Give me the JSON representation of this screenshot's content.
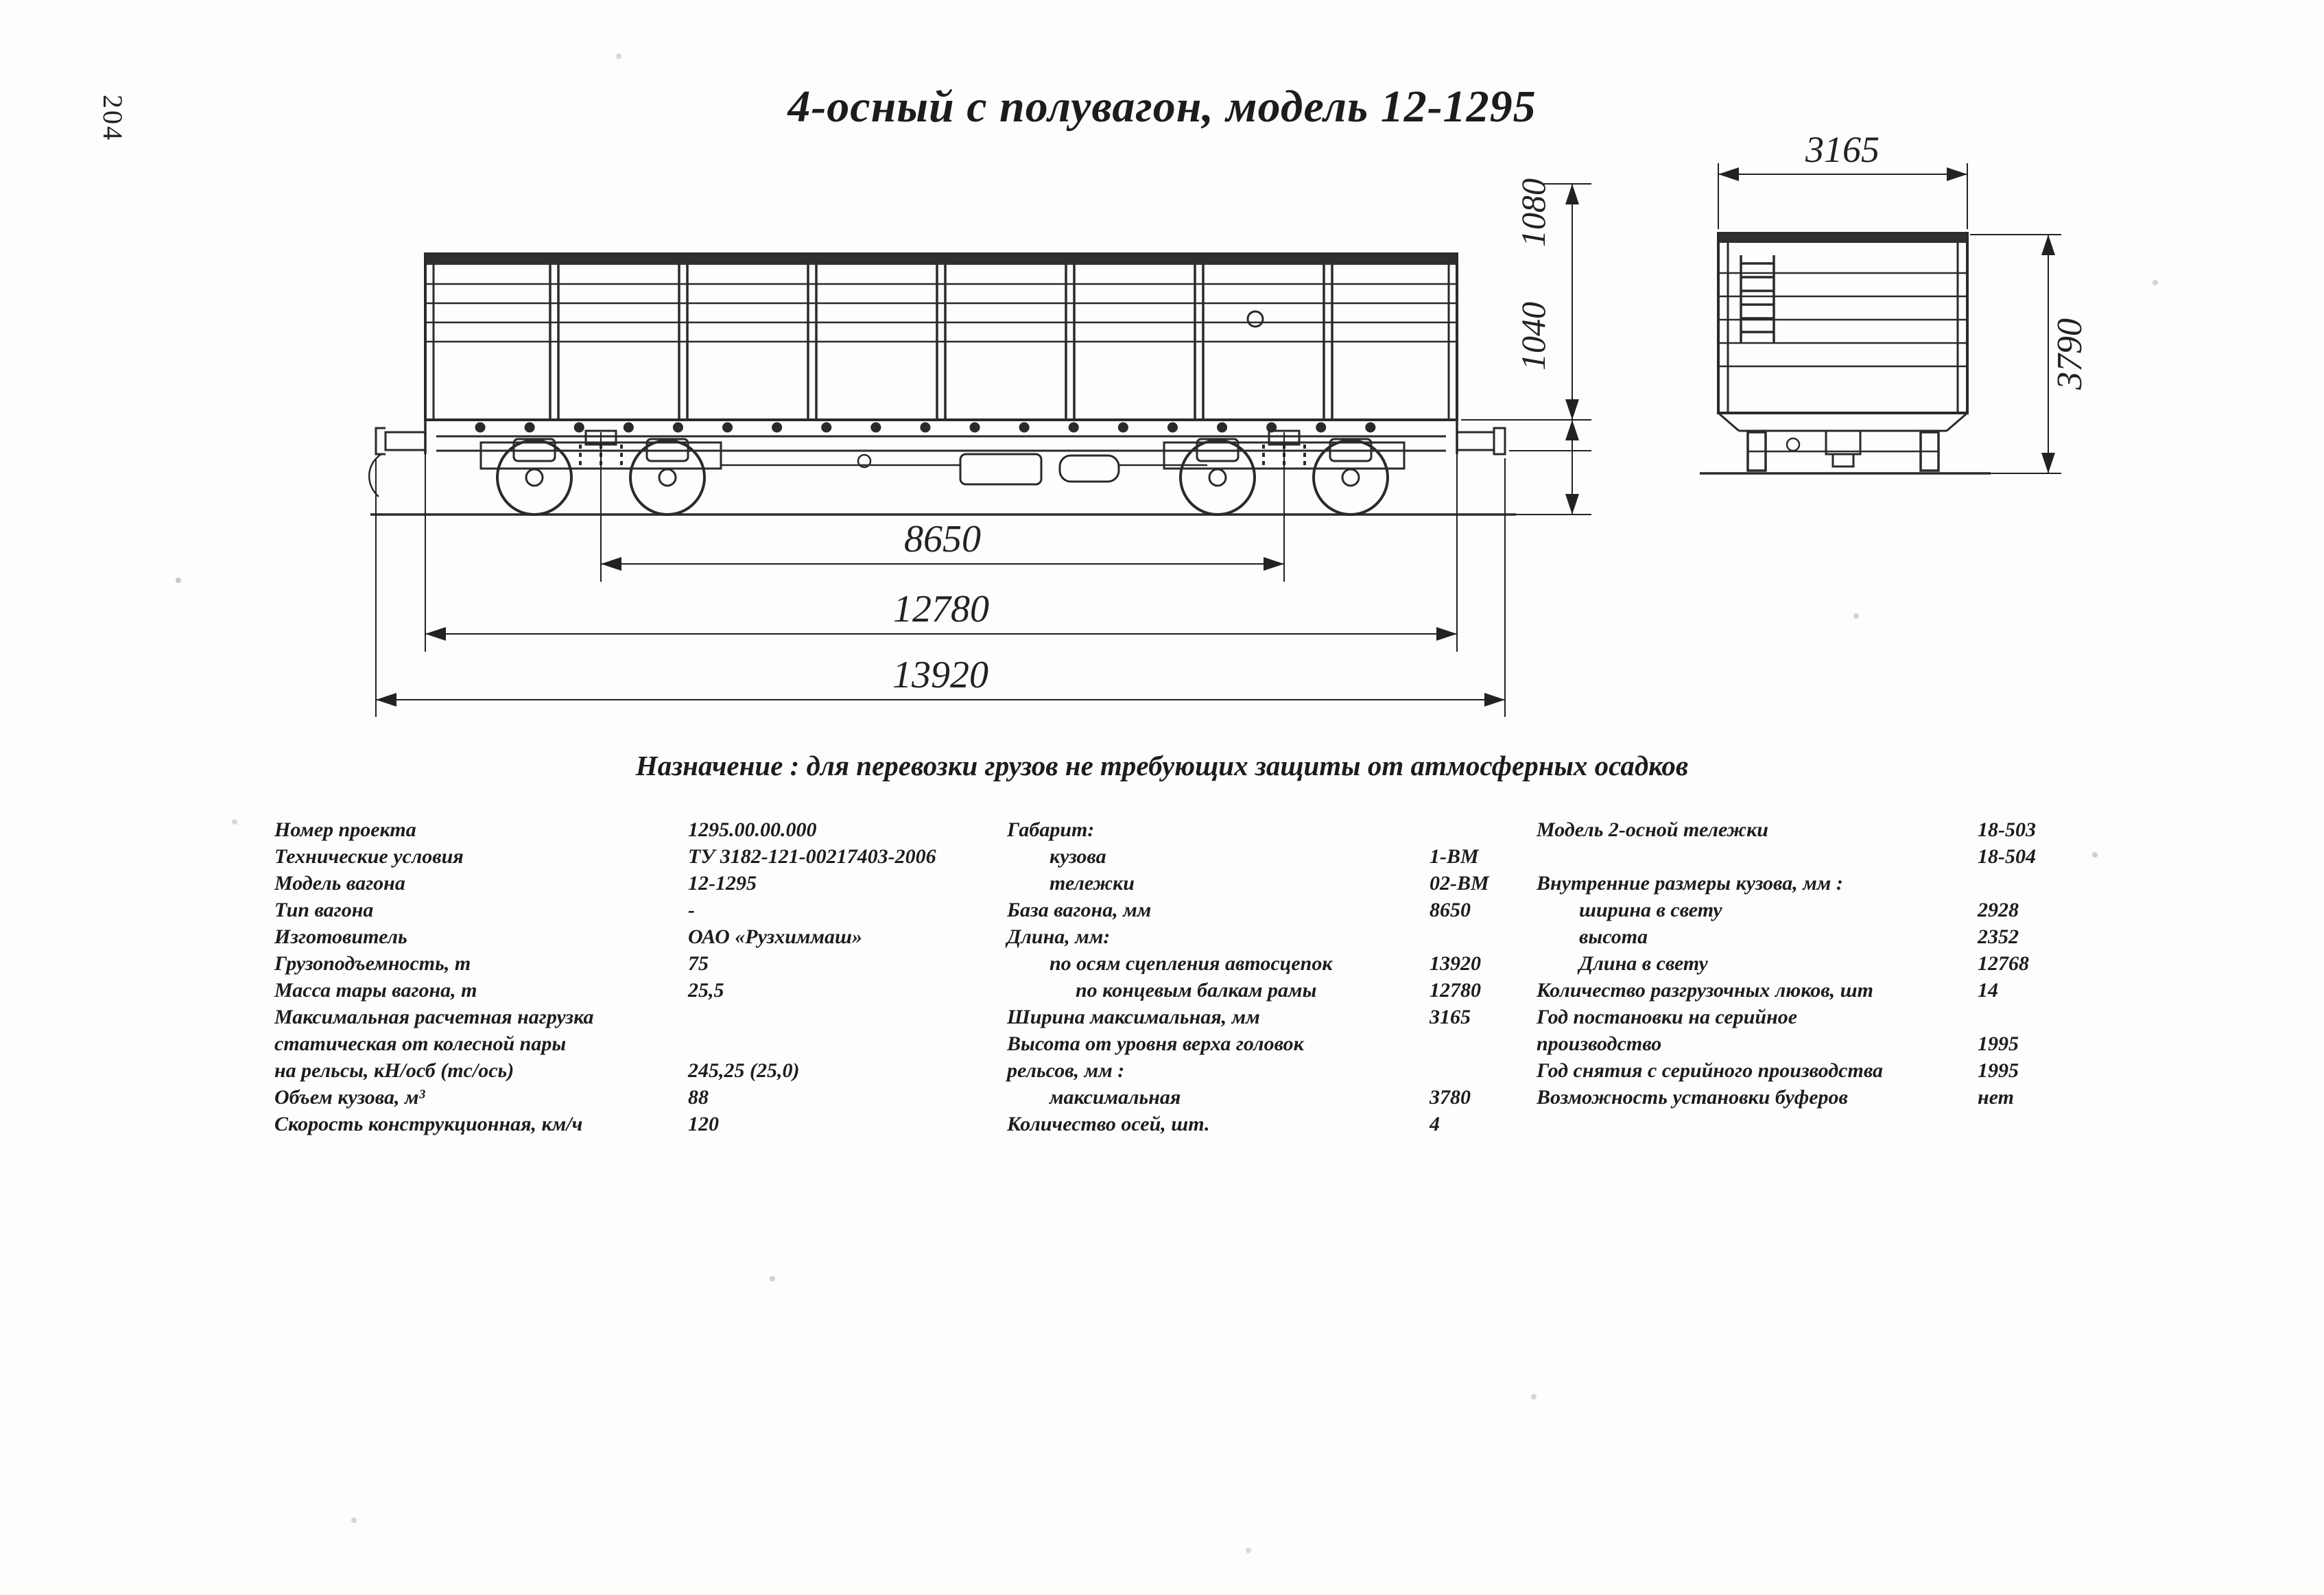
{
  "page": {
    "number": "204",
    "title": "4-осный с полувагон, модель 12-1295",
    "caption": "Назначение : для перевозки грузов не требующих защиты от атмосферных осадков",
    "ink_color": "#1c1c1c",
    "paper_color": "#fdfdfb"
  },
  "drawing": {
    "dimensions": {
      "bogie_base_mm": "8650",
      "frame_length_mm": "12780",
      "coupler_length_mm": "13920",
      "height_upper_mm": "1080",
      "height_lower_mm": "1040",
      "end_width_mm": "3165",
      "end_height_mm": "3790"
    }
  },
  "specs": {
    "col1": [
      {
        "label": "Номер проекта",
        "value": "1295.00.00.000",
        "indent": 0
      },
      {
        "label": "Технические условия",
        "value": "ТУ 3182-121-00217403-2006",
        "indent": 0
      },
      {
        "label": "Модель вагона",
        "value": "12-1295",
        "indent": 0
      },
      {
        "label": "Тип вагона",
        "value": "-",
        "indent": 0
      },
      {
        "label": "Изготовитель",
        "value": "ОАО «Рузхиммаш»",
        "indent": 0
      },
      {
        "label": "Грузоподъемность, т",
        "value": "75",
        "indent": 0
      },
      {
        "label": "Масса тары вагона, т",
        "value": "25,5",
        "indent": 0
      },
      {
        "label": "Максимальная расчетная нагрузка",
        "value": "",
        "indent": 0
      },
      {
        "label": "статическая от колесной пары",
        "value": "",
        "indent": 0
      },
      {
        "label": "на рельсы, кН/осб (тс/ось)",
        "value": "245,25 (25,0)",
        "indent": 0
      },
      {
        "label": "Объем кузова, м³",
        "value": "88",
        "indent": 0
      },
      {
        "label": "Скорость конструкционная, км/ч",
        "value": "120",
        "indent": 0
      }
    ],
    "col2": [
      {
        "label": "Габарит:",
        "value": "",
        "indent": 0
      },
      {
        "label": "кузова",
        "value": "1-ВМ",
        "indent": 1
      },
      {
        "label": "тележки",
        "value": "02-ВМ",
        "indent": 1
      },
      {
        "label": "База вагона, мм",
        "value": "8650",
        "indent": 0
      },
      {
        "label": "Длина, мм:",
        "value": "",
        "indent": 0
      },
      {
        "label": "по осям сцепления автосцепок",
        "value": "13920",
        "indent": 1
      },
      {
        "label": "по концевым балкам рамы",
        "value": "12780",
        "indent": 2
      },
      {
        "label": "Ширина максимальная, мм",
        "value": "3165",
        "indent": 0
      },
      {
        "label": "Высота от уровня верха головок",
        "value": "",
        "indent": 0
      },
      {
        "label": "рельсов, мм :",
        "value": "",
        "indent": 0
      },
      {
        "label": "максимальная",
        "value": "3780",
        "indent": 1
      },
      {
        "label": "Количество осей, шт.",
        "value": "4",
        "indent": 0
      }
    ],
    "col3": [
      {
        "label": "Модель 2-осной тележки",
        "value": "18-503",
        "indent": 0
      },
      {
        "label": "",
        "value": "18-504",
        "indent": 0
      },
      {
        "label": "Внутренние размеры кузова, мм :",
        "value": "",
        "indent": 0
      },
      {
        "label": "ширина в свету",
        "value": "2928",
        "indent": 1
      },
      {
        "label": "высота",
        "value": "2352",
        "indent": 1
      },
      {
        "label": "Длина в свету",
        "value": "12768",
        "indent": 1
      },
      {
        "label": "Количество разгрузочных люков, шт",
        "value": "14",
        "indent": 0
      },
      {
        "label": "Год постановки на серийное",
        "value": "",
        "indent": 0
      },
      {
        "label": "производство",
        "value": "1995",
        "indent": 0
      },
      {
        "label": "Год снятия с серийного производства",
        "value": "1995",
        "indent": 0
      },
      {
        "label": "Возможность установки буферов",
        "value": "нет",
        "indent": 0
      }
    ]
  }
}
